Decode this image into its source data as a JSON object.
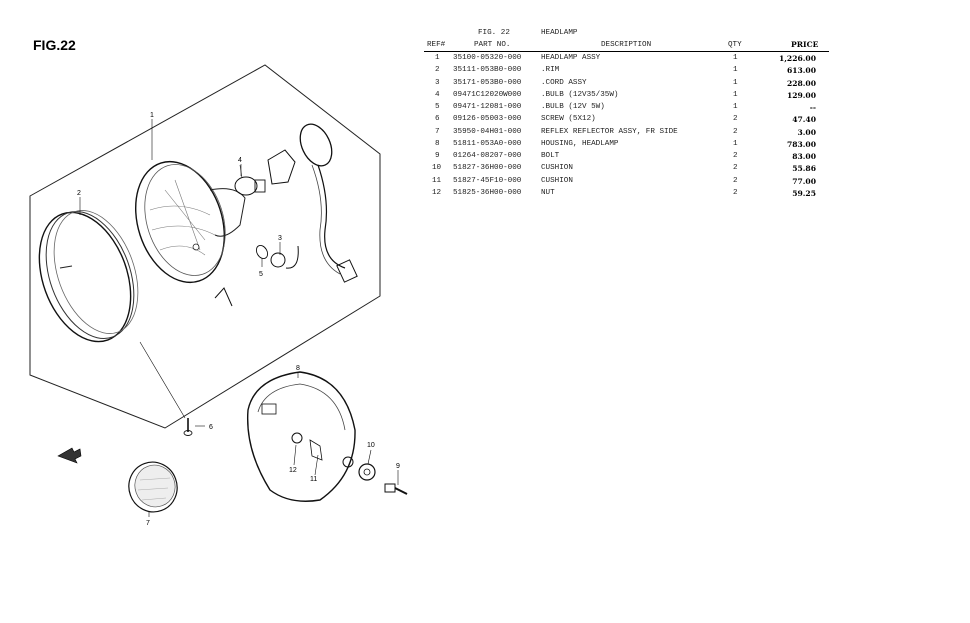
{
  "figure": {
    "label": "FIG.22",
    "header_fig": "FIG. 22",
    "header_name": "HEADLAMP"
  },
  "table": {
    "columns": [
      "REF#",
      "PART NO.",
      "DESCRIPTION",
      "QTY",
      "PRICE"
    ],
    "rows": [
      {
        "ref": "1",
        "part": "35100-05320-000",
        "desc": "HEADLAMP ASSY",
        "qty": "1",
        "price": "1,226.00"
      },
      {
        "ref": "2",
        "part": "35111-053B0-000",
        "desc": ".RIM",
        "qty": "1",
        "price": "613.00"
      },
      {
        "ref": "3",
        "part": "35171-053B0-000",
        "desc": ".CORD ASSY",
        "qty": "1",
        "price": "228.00"
      },
      {
        "ref": "4",
        "part": "09471C12020W000",
        "desc": ".BULB (12V35/35W)",
        "qty": "1",
        "price": "129.00"
      },
      {
        "ref": "5",
        "part": "09471-12081-000",
        "desc": ".BULB (12V 5W)",
        "qty": "1",
        "price": "--"
      },
      {
        "ref": "6",
        "part": "09126-05003-000",
        "desc": "SCREW (5X12)",
        "qty": "2",
        "price": "47.40"
      },
      {
        "ref": "7",
        "part": "35950-04H01-000",
        "desc": "REFLEX REFLECTOR ASSY, FR SIDE",
        "qty": "2",
        "price": "3.00"
      },
      {
        "ref": "8",
        "part": "51811-053A0-000",
        "desc": "HOUSING, HEADLAMP",
        "qty": "1",
        "price": "783.00"
      },
      {
        "ref": "9",
        "part": "01264-08207-000",
        "desc": "BOLT",
        "qty": "2",
        "price": "83.00"
      },
      {
        "ref": "10",
        "part": "51827-36H00-000",
        "desc": "CUSHION",
        "qty": "2",
        "price": "55.86"
      },
      {
        "ref": "11",
        "part": "51827-45F10-000",
        "desc": "CUSHION",
        "qty": "2",
        "price": "77.00"
      },
      {
        "ref": "12",
        "part": "51825-36H00-000",
        "desc": "NUT",
        "qty": "2",
        "price": "59.25"
      }
    ]
  },
  "callouts": [
    "1",
    "2",
    "3",
    "4",
    "5",
    "6",
    "7",
    "8",
    "9",
    "10",
    "11",
    "12"
  ]
}
